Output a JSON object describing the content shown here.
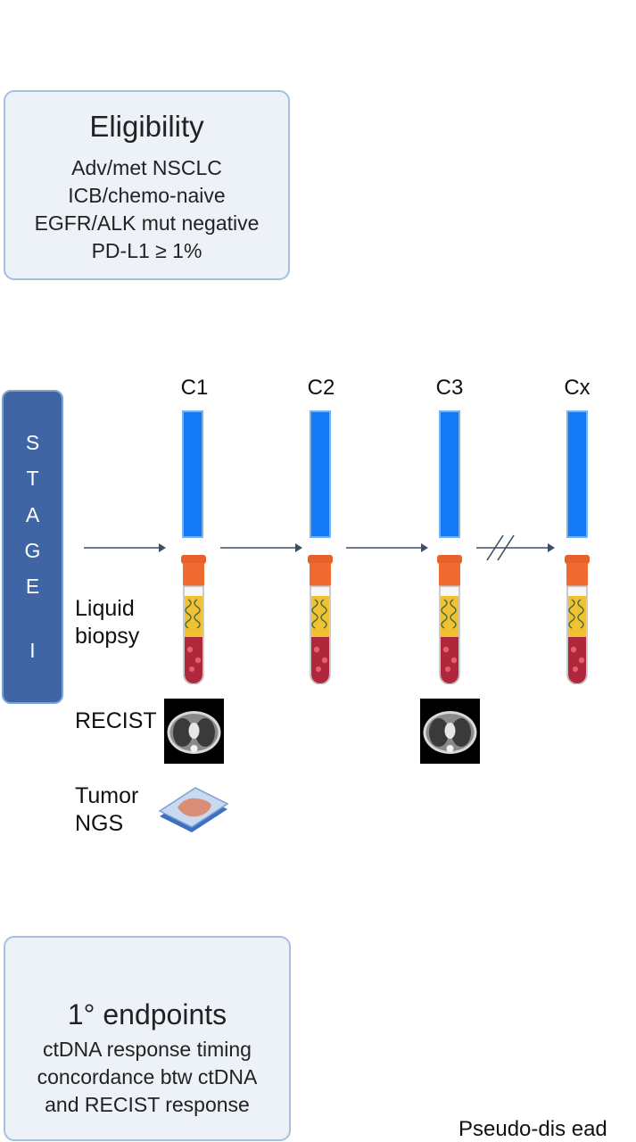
{
  "eligibility": {
    "title": "Eligibility",
    "lines": [
      "Adv/met NSCLC",
      "ICB/chemo-naive",
      "EGFR/ALK mut negative",
      "PD-L1 ≥ 1%"
    ]
  },
  "stage": {
    "letters": [
      "S",
      "T",
      "A",
      "G",
      "E",
      "I"
    ]
  },
  "cycles": [
    "C1",
    "C2",
    "C3",
    "Cx"
  ],
  "rows": {
    "liquid_biopsy": [
      "Liquid",
      "biopsy"
    ],
    "recist": "RECIST",
    "tumor_ngs": [
      "Tumor",
      "NGS"
    ]
  },
  "endpoints": {
    "title": "1° endpoints",
    "lines": [
      "ctDNA response timing",
      "concordance btw ctDNA",
      "and RECIST response"
    ]
  },
  "partial_text": "Pseudo-dis ead",
  "colors": {
    "box_fill": "#edf2f9",
    "box_border": "#a7bfdc",
    "stage_bar": "#3f65a5",
    "cycle_bar": "#1479f5",
    "tube_cap": "#e8602a",
    "blood": "#b0263a"
  },
  "icons": [
    "arrow-icon",
    "blood-tube-icon",
    "ct-scan-icon",
    "tissue-slide-icon"
  ]
}
